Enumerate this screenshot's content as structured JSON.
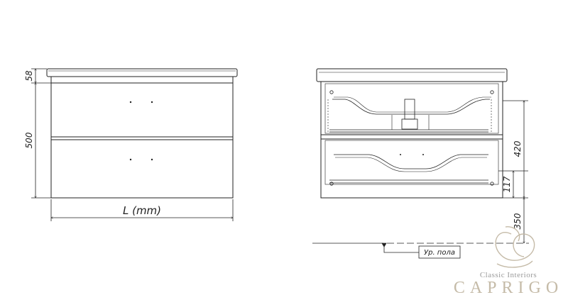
{
  "front_view": {
    "dim_top": "58",
    "dim_body": "500",
    "dim_width": "L (mm)"
  },
  "side_view": {
    "dim_height": "420",
    "dim_drawer": "117",
    "dim_floor": "350",
    "floor_label": "Ур. пола"
  },
  "brand": {
    "tagline": "Classic Interiors",
    "name": "CAPRIGO",
    "accent_color": "#c5bba8"
  }
}
